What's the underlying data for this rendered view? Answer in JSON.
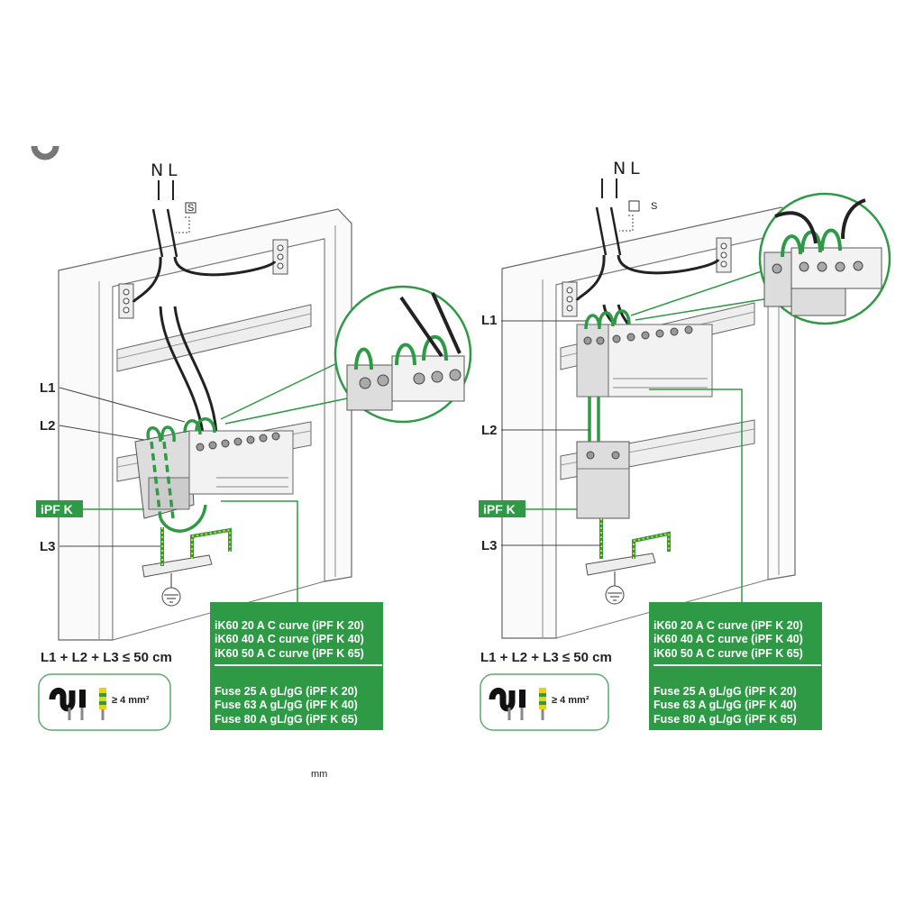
{
  "colors": {
    "green": "#2e9a46",
    "line": "#555555",
    "panel": "#e8e8e8"
  },
  "page_mark": "mm",
  "panels": [
    {
      "id": "left",
      "phase_labels": {
        "n": "N",
        "l": "L",
        "switch": "S"
      },
      "labels": {
        "l1": "L1",
        "l2": "L2",
        "l3": "L3",
        "device": "iPF K"
      },
      "formula": "L1 + L2 + L3 ≤ 50 cm",
      "cable_section": "≥ 4 mm²",
      "breakers": [
        "iK60 20 A C curve (iPF K 20)",
        "iK60 40 A C curve (iPF K 40)",
        "iK60 50 A C curve (iPF K 65)"
      ],
      "fuses": [
        "Fuse 25 A gL/gG (iPF K 20)",
        "Fuse 63 A gL/gG (iPF K 40)",
        "Fuse 80 A gL/gG (iPF K 65)"
      ]
    },
    {
      "id": "right",
      "phase_labels": {
        "n": "N",
        "l": "L",
        "switch": "S"
      },
      "labels": {
        "l1": "L1",
        "l2": "L2",
        "l3": "L3",
        "device": "iPF K"
      },
      "formula": "L1 + L2 + L3 ≤ 50 cm",
      "cable_section": "≥ 4 mm²",
      "breakers": [
        "iK60 20 A C curve (iPF K 20)",
        "iK60 40 A C curve (iPF K 40)",
        "iK60 50 A C curve (iPF K 65)"
      ],
      "fuses": [
        "Fuse 25 A gL/gG (iPF K 20)",
        "Fuse 63 A gL/gG (iPF K 40)",
        "Fuse 80 A gL/gG (iPF K 65)"
      ]
    }
  ]
}
